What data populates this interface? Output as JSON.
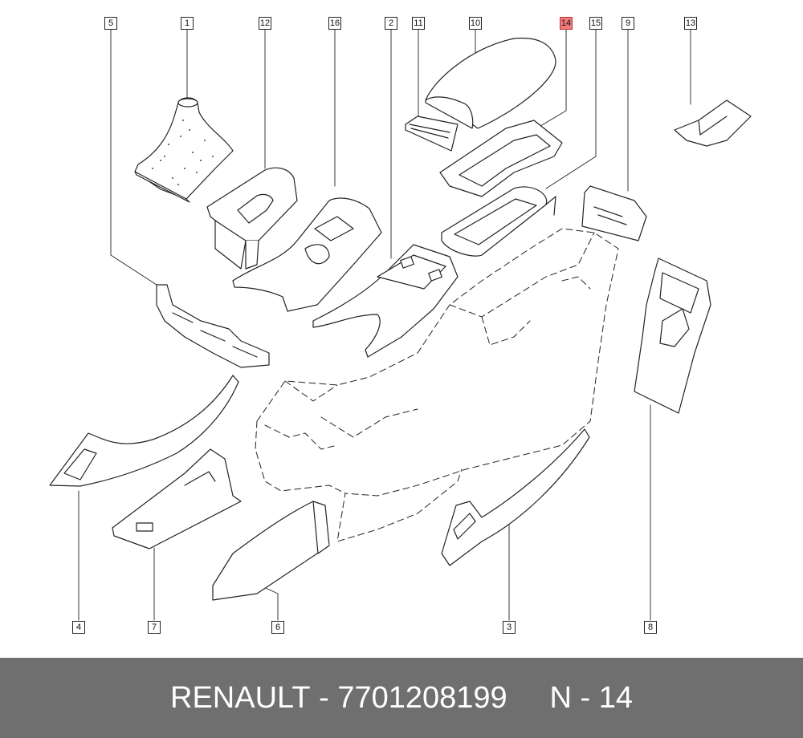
{
  "diagram": {
    "highlight_color": "#f07b7b",
    "callouts": [
      {
        "id": "5",
        "highlighted": false
      },
      {
        "id": "1",
        "highlighted": false
      },
      {
        "id": "12",
        "highlighted": false
      },
      {
        "id": "16",
        "highlighted": false
      },
      {
        "id": "2",
        "highlighted": false
      },
      {
        "id": "11",
        "highlighted": false
      },
      {
        "id": "10",
        "highlighted": false
      },
      {
        "id": "14",
        "highlighted": true
      },
      {
        "id": "15",
        "highlighted": false
      },
      {
        "id": "9",
        "highlighted": false
      },
      {
        "id": "13",
        "highlighted": false
      },
      {
        "id": "4",
        "highlighted": false
      },
      {
        "id": "7",
        "highlighted": false
      },
      {
        "id": "6",
        "highlighted": false
      },
      {
        "id": "3",
        "highlighted": false
      },
      {
        "id": "8",
        "highlighted": false
      }
    ]
  },
  "footer": {
    "brand": "RENAULT",
    "separator": " - ",
    "part_number": "7701208199",
    "position_label": "N - 14",
    "background": "#6f6f6f"
  }
}
